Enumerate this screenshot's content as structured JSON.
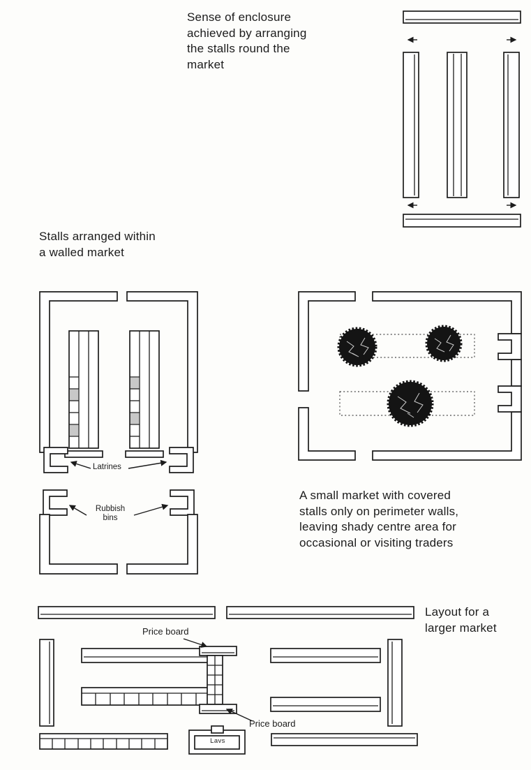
{
  "page": {
    "paper_color": "#fdfdfb",
    "ink_color": "#1c1c1c"
  },
  "captions": {
    "enclosure": "Sense of enclosure\nachieved by arranging\nthe stalls round the\nmarket",
    "walled_market": "Stalls arranged within\na walled market",
    "small_market": "A small market with covered\nstalls only on perimeter walls,\nleaving shady centre area for\noccasional or visiting traders",
    "larger_market": "Layout for a\nlarger market"
  },
  "labels": {
    "latrines": "Latrines",
    "rubbish_bins": "Rubbish\nbins",
    "price_board_top": "Price board",
    "price_board_bottom": "Price board",
    "lavs": "Lavs"
  }
}
